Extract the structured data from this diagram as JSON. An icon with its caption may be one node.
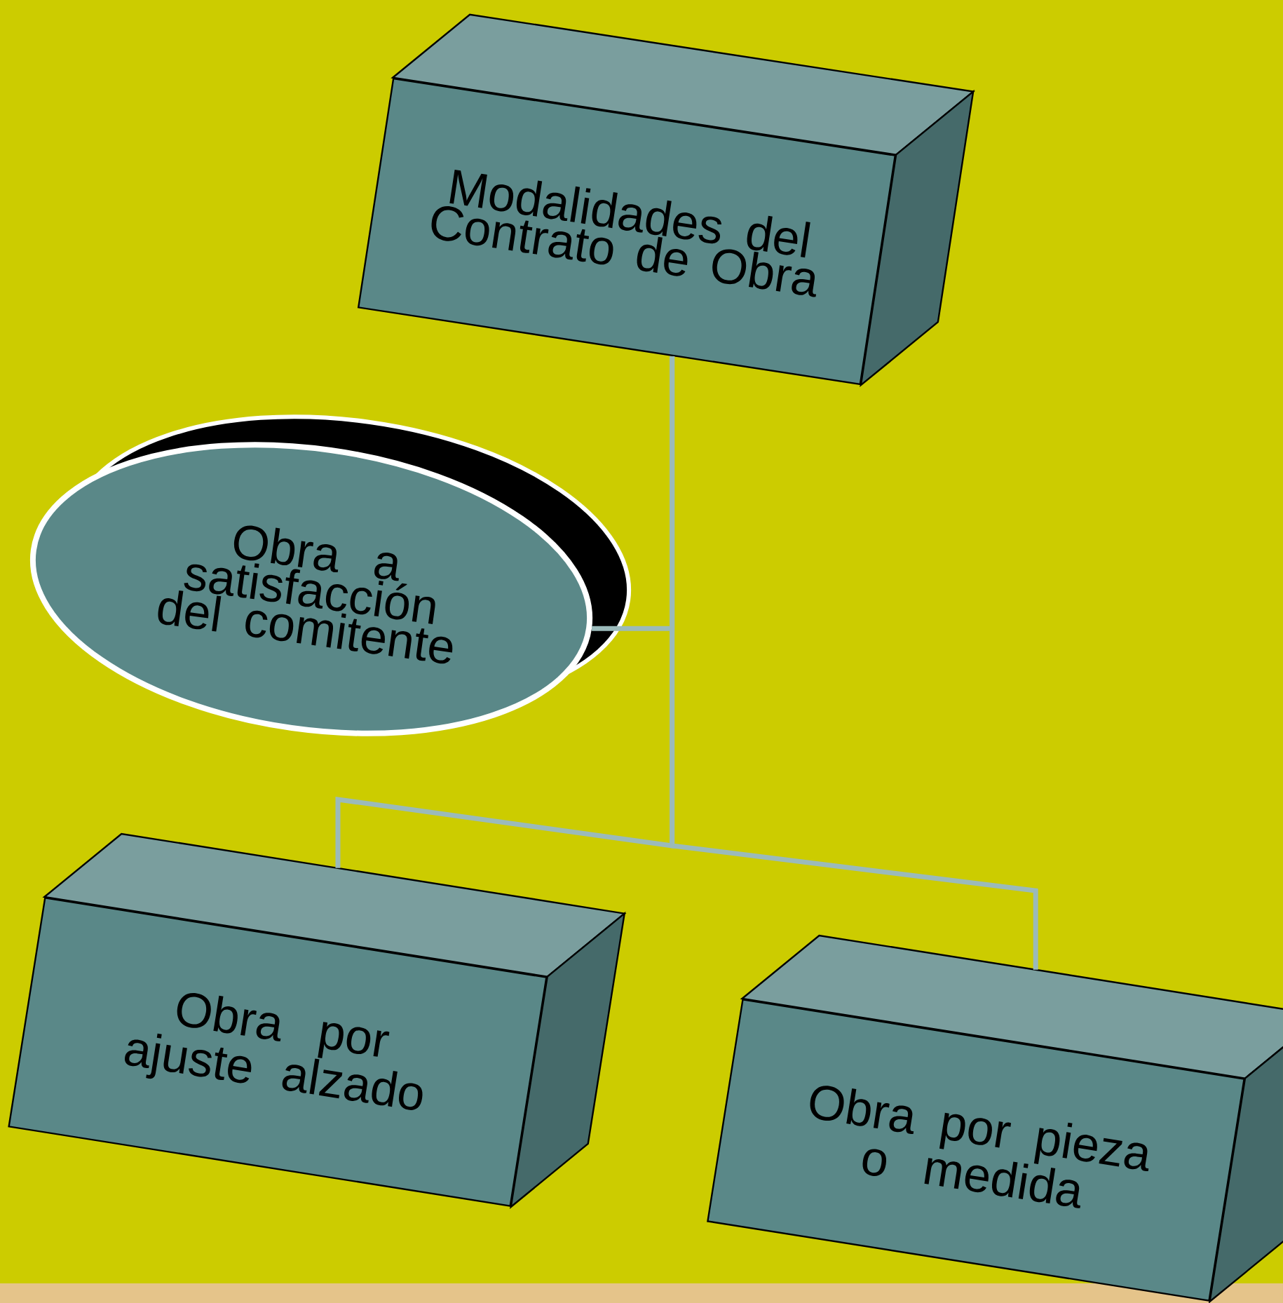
{
  "diagram": {
    "nodes": [
      {
        "text": [
          "Modalidades del Contrato de Obra"
        ]
      },
      {
        "text": [
          "Obra a satisfacción del comitente"
        ]
      },
      {
        "text": [
          "Obra por ajuste alzado"
        ]
      },
      {
        "text": [
          "Obra por pieza o medida"
        ]
      }
    ],
    "edges": [
      {
        "from": 0,
        "to": 1,
        "arrow": "none"
      },
      {
        "from": 0,
        "to": 2,
        "arrow": "none"
      },
      {
        "from": 0,
        "to": 3,
        "arrow": "none"
      }
    ]
  }
}
